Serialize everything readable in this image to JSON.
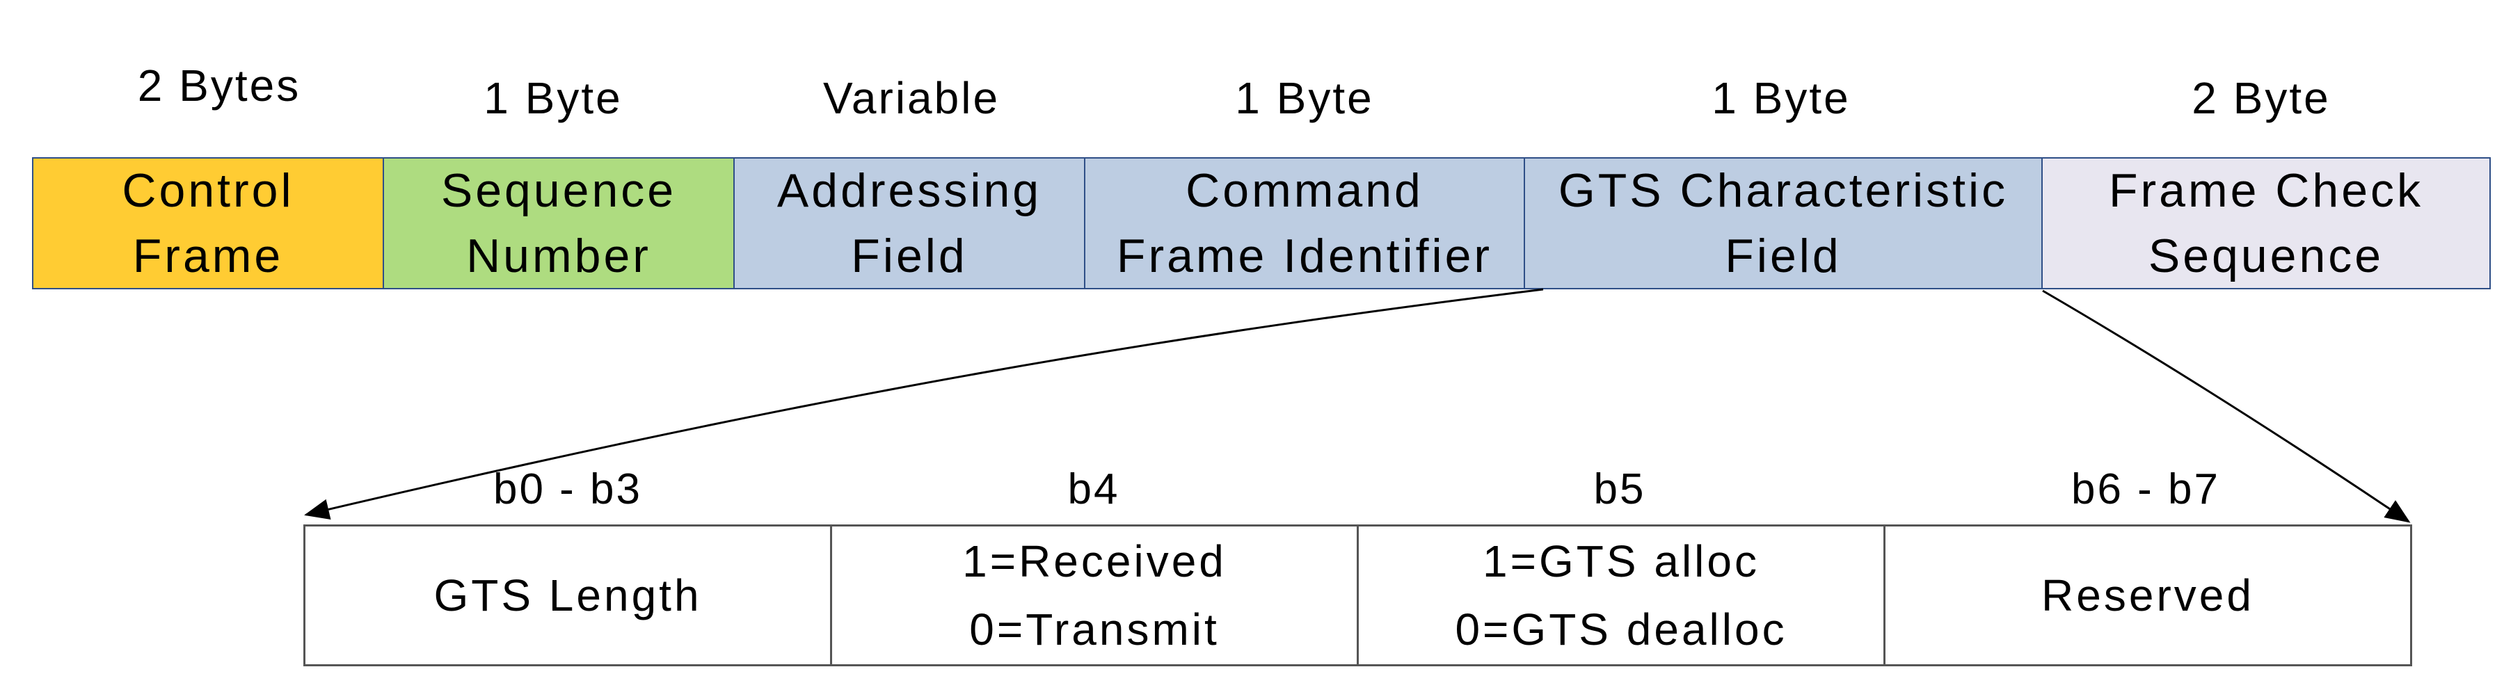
{
  "frame_fields": [
    {
      "size": "2 Bytes",
      "line1": "Control",
      "line2": "Frame",
      "color": "#FFCC33"
    },
    {
      "size": "1 Byte",
      "line1": "Sequence",
      "line2": "Number",
      "color": "#AEDC80"
    },
    {
      "size": "Variable",
      "line1": "Addressing",
      "line2": "Field",
      "color": "#BDCDE2"
    },
    {
      "size": "1 Byte",
      "line1": "Command",
      "line2": "Frame Identifier",
      "color": "#BDCDE2"
    },
    {
      "size": "1 Byte",
      "line1": "GTS Characteristic",
      "line2": "Field",
      "color": "#BDCDE2"
    },
    {
      "size": "2 Byte",
      "line1": "Frame Check",
      "line2": "Sequence",
      "color": "#E8E6F0"
    }
  ],
  "bit_fields": [
    {
      "bits": "b0 - b3",
      "line1": "GTS Length",
      "line2": ""
    },
    {
      "bits": "b4",
      "line1": "1=Received",
      "line2": "0=Transmit"
    },
    {
      "bits": "b5",
      "line1": "1=GTS alloc",
      "line2": "0=GTS dealloc"
    },
    {
      "bits": "b6 - b7",
      "line1": "Reserved",
      "line2": ""
    }
  ]
}
